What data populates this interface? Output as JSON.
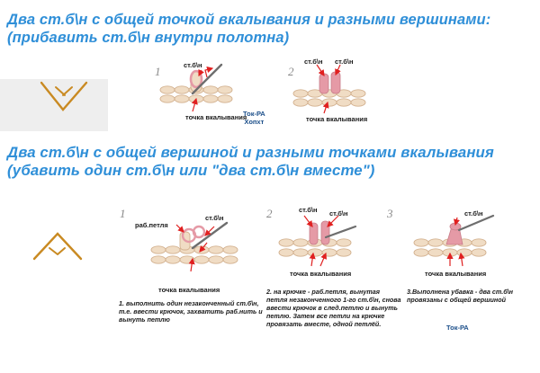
{
  "section1": {
    "title": "Два ст.б\\н  с общей точкой вкалывания и разными вершинами:   (прибавить ст.б\\н внутри полотна)",
    "fig1": {
      "step": "1",
      "label_top": "ст.б\\н",
      "label_bottom": "точка вкалывания"
    },
    "fig2": {
      "step": "2",
      "label_top_a": "ст.б\\н",
      "label_top_b": "ст.б\\н",
      "label_bottom": "точка вкалывания"
    },
    "author": "Ток-РА\nХопхт"
  },
  "section2": {
    "title": "Два ст.б\\н с общей вершиной и разными точками вкалывания (убавить один ст.б\\н или \"два ст.б\\н вместе\")",
    "fig1": {
      "step": "1",
      "label_top": "ст.б\\н",
      "label_left": "раб.петля",
      "label_bottom": "точка вкалывания",
      "caption": "1.  выполнить один незаконченный ст.б\\н, т.е. ввести крючок, захватить раб.нить и вынуть петлю"
    },
    "fig2": {
      "step": "2",
      "label_top_a": "ст.б\\н",
      "label_top_b": "ст.б\\н",
      "label_bottom": "точка вкалывания",
      "caption": "2. на крючке - раб.петля, вынутая петля незаконченного 1-го ст.б\\н, снова ввести крючок в след.петлю и вынуть петлю. Затем все петли на крючке провязать вместе,  одной петлёй."
    },
    "fig3": {
      "step": "3",
      "label_top": "ст.б\\н",
      "label_bottom": "точка вкалывания",
      "caption": "3.Выполнена убавка - два ст.б\\н провязаны с общей вершиной",
      "author": "Ток-РА"
    }
  },
  "colors": {
    "heading": "#2f8fd8",
    "yarn": "#f0dcc4",
    "yarn_stroke": "#d2b08e",
    "loop": "#e59aa6",
    "arrow": "#e02020",
    "hook": "#6e6e6e",
    "symbol": "#c98a22"
  },
  "icons": [
    "increase-symbol-icon",
    "decrease-symbol-icon",
    "crochet-hook-icon"
  ]
}
